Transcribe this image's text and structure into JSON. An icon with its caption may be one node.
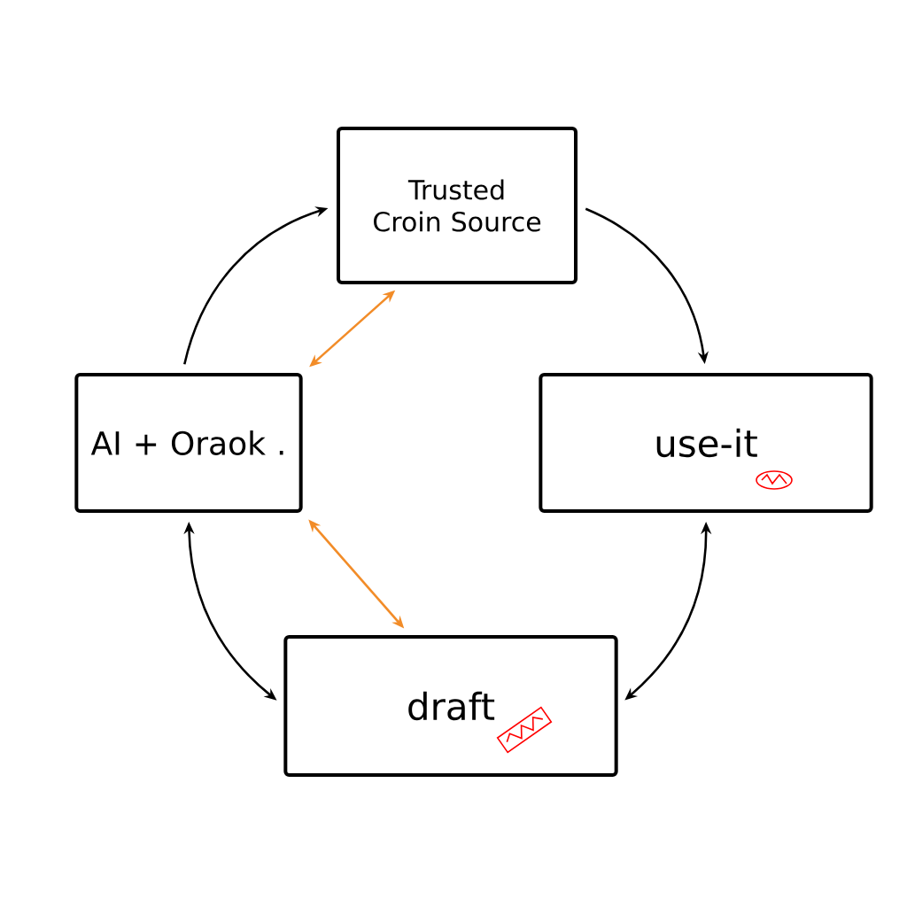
{
  "diagram": {
    "nodes": [
      {
        "text": [
          "Trusted Croin Source"
        ]
      },
      {
        "text": [
          "AI + Oraok ."
        ]
      },
      {
        "text": [
          "use-it"
        ]
      },
      {
        "text": [
          "draft"
        ]
      }
    ],
    "edges": [
      {
        "from": 1,
        "to": 0,
        "arrow": "to"
      },
      {
        "from": 0,
        "to": 2,
        "arrow": "to"
      },
      {
        "from": 2,
        "to": 3,
        "arrow": "both"
      },
      {
        "from": 1,
        "to": 3,
        "arrow": "both"
      },
      {
        "from": 1,
        "to": 0,
        "arrow": "both",
        "color": "#f28c28"
      },
      {
        "from": 1,
        "to": 3,
        "arrow": "both",
        "color": "#f28c28"
      }
    ]
  }
}
